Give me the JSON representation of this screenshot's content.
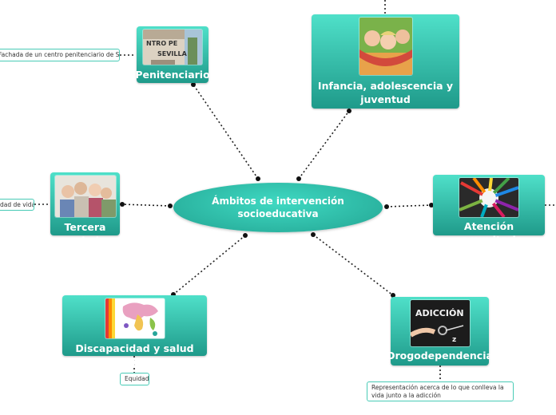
{
  "center": {
    "label": "Ámbitos de intervención socioeducativa"
  },
  "nodes": {
    "penitenciario": {
      "label": "Penitenciario",
      "image": "prison-facade-photo"
    },
    "infancia": {
      "label": "Infancia, adolescencia y juventud",
      "image": "children-hammock-photo"
    },
    "tercera_edad": {
      "label": "Tercera edad",
      "image": "elderly-group-photo"
    },
    "atencion": {
      "label": "Atención comunitaria",
      "image": "colored-pencils-circle-photo"
    },
    "discapacidad": {
      "label": "Discapacidad y salud mental",
      "image": "colorful-figures-map-image"
    },
    "drogodependencia": {
      "label": "Drogodependencia",
      "image": "adiccion-chalkboard-photo"
    }
  },
  "notes": {
    "penitenciario": "Fachada de un centro penitenciario de Sevilla",
    "tercera_edad": "Calidad de vida.",
    "discapacidad": "Equidad",
    "drogodependencia": "Representación acerca de lo que conlleva la vida junto a la adicción"
  },
  "colors": {
    "node": "#2bbfa8",
    "node_dark": "#1f9a8a",
    "line": "#222222"
  }
}
